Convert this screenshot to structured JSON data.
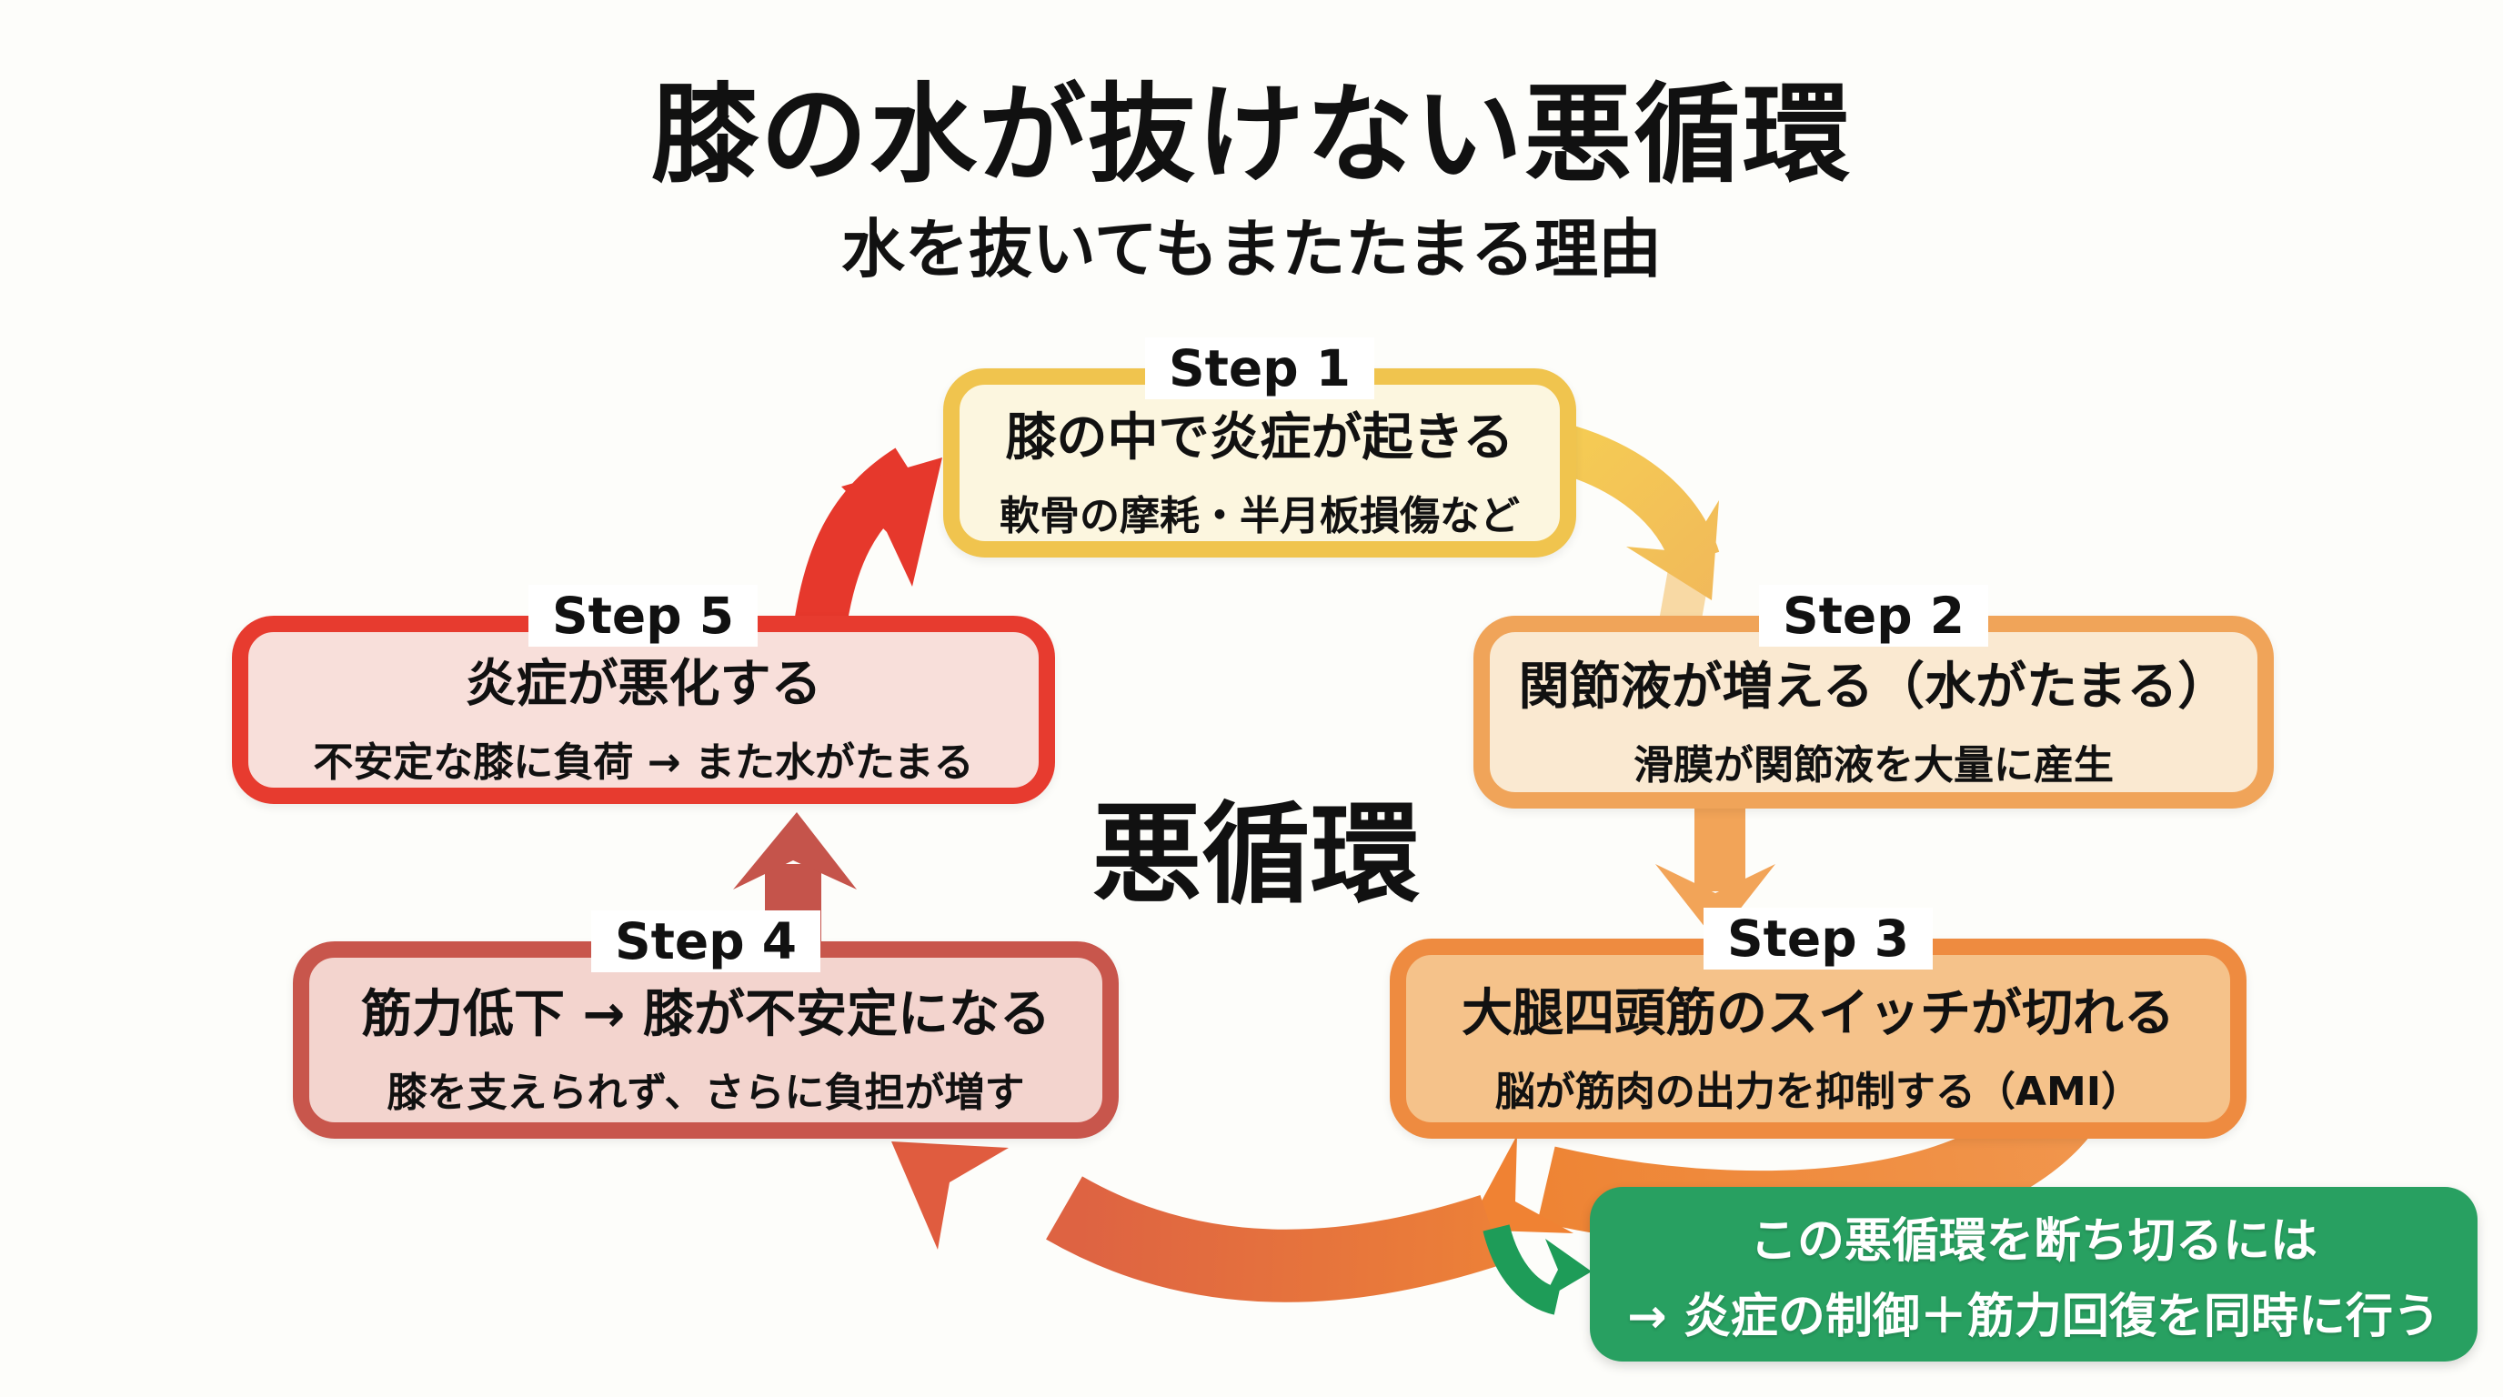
{
  "title": "膝の水が抜けない悪循環",
  "subtitle": "水を抜いてもまたたまる理由",
  "center_label": "悪循環",
  "steps": [
    {
      "label": "Step 1",
      "heading": "膝の中で炎症が起きる",
      "detail": "軟骨の摩耗・半月板損傷など",
      "border": "#F0C44E",
      "fill": "#FCF6DF"
    },
    {
      "label": "Step 2",
      "heading": "関節液が増える（水がたまる）",
      "detail": "滑膜が関節液を大量に産生",
      "border": "#F0A459",
      "fill": "#FAE9D1"
    },
    {
      "label": "Step 3",
      "heading": "大腿四頭筋のスイッチが切れる",
      "detail": "脳が筋肉の出力を抑制する（AMI）",
      "border": "#EE8B40",
      "fill": "#F5C28A"
    },
    {
      "label": "Step 4",
      "heading": "筋力低下 → 膝が不安定になる",
      "detail": "膝を支えられず、さらに負担が増す",
      "border": "#C8564C",
      "fill": "#F3D4CE"
    },
    {
      "label": "Step 5",
      "heading": "炎症が悪化する",
      "detail": "不安定な膝に負荷 → また水がたまる",
      "border": "#E73B2F",
      "fill": "#F8DFDA"
    }
  ],
  "callout": {
    "line1": "この悪循環を断ち切るには",
    "line2": "→ 炎症の制御＋筋力回復を同時に行う",
    "bg": "#28A061"
  },
  "arrows": {
    "step5_to_step1": {
      "color": "#E6382C"
    },
    "step1_to_step2": {
      "from": "#F5CB54",
      "to": "#F1B95A",
      "tail": "#F5CC87"
    },
    "step2_to_step3": {
      "color": "#F2A458"
    },
    "step4_to_step5": {
      "color": "#C5544B"
    },
    "sweep_right": {
      "from": "#F1964D",
      "to": "#EE8434",
      "head": "#F08233"
    },
    "sweep_left": {
      "from": "#EC8038",
      "to": "#DE6342",
      "head": "#E05C3F"
    },
    "break_out": {
      "color": "#1E9C58"
    }
  },
  "background": "#FDFDFA"
}
